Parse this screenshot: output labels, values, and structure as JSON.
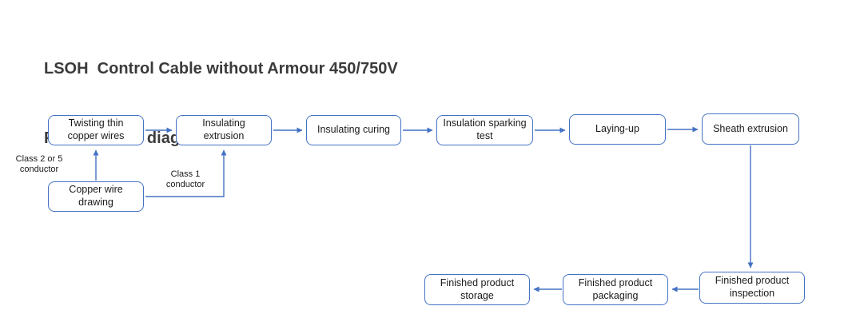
{
  "title": {
    "line1": "LSOH  Control Cable without Armour 450/750V",
    "line2": "Process flow diagram"
  },
  "colors": {
    "box_border": "#4472C4",
    "arrow": "#4472C4",
    "title_text": "#3b3b3b",
    "box_text": "#1a1a1a"
  },
  "nodes": {
    "twisting": "Twisting thin copper wires",
    "insulating_extrusion": "Insulating extrusion",
    "insulating_curing": "Insulating curing",
    "insulation_sparking_test": "Insulation sparking test",
    "laying_up": "Laying-up",
    "sheath_extrusion": "Sheath extrusion",
    "copper_wire_drawing": "Copper wire drawing",
    "finished_product_inspection": "Finished product inspection",
    "finished_product_packaging": "Finished product packaging",
    "finished_product_storage": "Finished product storage"
  },
  "annotations": {
    "class_2_or_5": "Class 2 or 5 conductor",
    "class_1": "Class 1 conductor"
  },
  "flow_order_main": [
    "Copper wire drawing",
    "Twisting thin copper wires",
    "Insulating extrusion",
    "Insulating curing",
    "Insulation sparking test",
    "Laying-up",
    "Sheath extrusion",
    "Finished product inspection",
    "Finished product packaging",
    "Finished product storage"
  ]
}
